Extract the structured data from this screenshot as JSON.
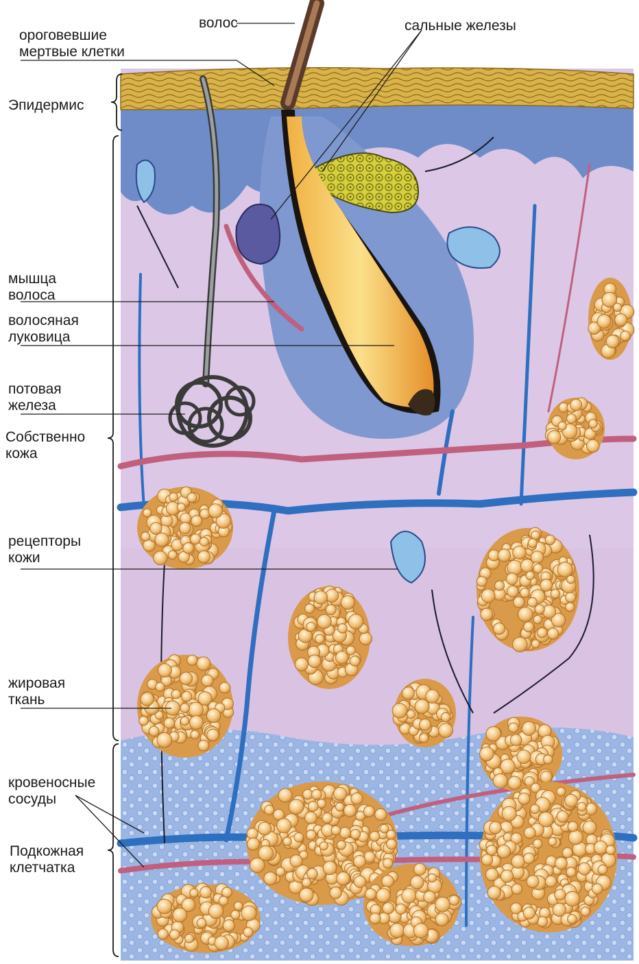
{
  "labels": {
    "hair": "волос",
    "sebaceous": "сальные железы",
    "dead_cells": [
      "ороговевшие",
      "мертвые клетки"
    ],
    "epidermis": "Эпидермис",
    "hair_muscle": [
      "мышца",
      "волоса"
    ],
    "hair_bulb": [
      "волосяная",
      "луковица"
    ],
    "sweat_gland": [
      "потовая",
      "железа"
    ],
    "dermis": [
      "Собственно",
      "кожа"
    ],
    "receptors": [
      "рецепторы",
      "кожи"
    ],
    "fat": [
      "жировая",
      "ткань"
    ],
    "vessels": [
      "кровеносные",
      "сосуды"
    ],
    "hypodermis": [
      "Подкожная",
      "клетчатка"
    ]
  },
  "colors": {
    "dermis": "#dcc8e6",
    "epidermis_blue": "#6f8cc8",
    "stratum": "#d9b24a",
    "hair": "#8a5a3c",
    "bulb": "#e8a23a",
    "fat": "#f2c27a",
    "vein": "#2e6fc0",
    "artery": "#c0607e",
    "gland": "#d8d040",
    "subcut": "#8fb0e0"
  }
}
